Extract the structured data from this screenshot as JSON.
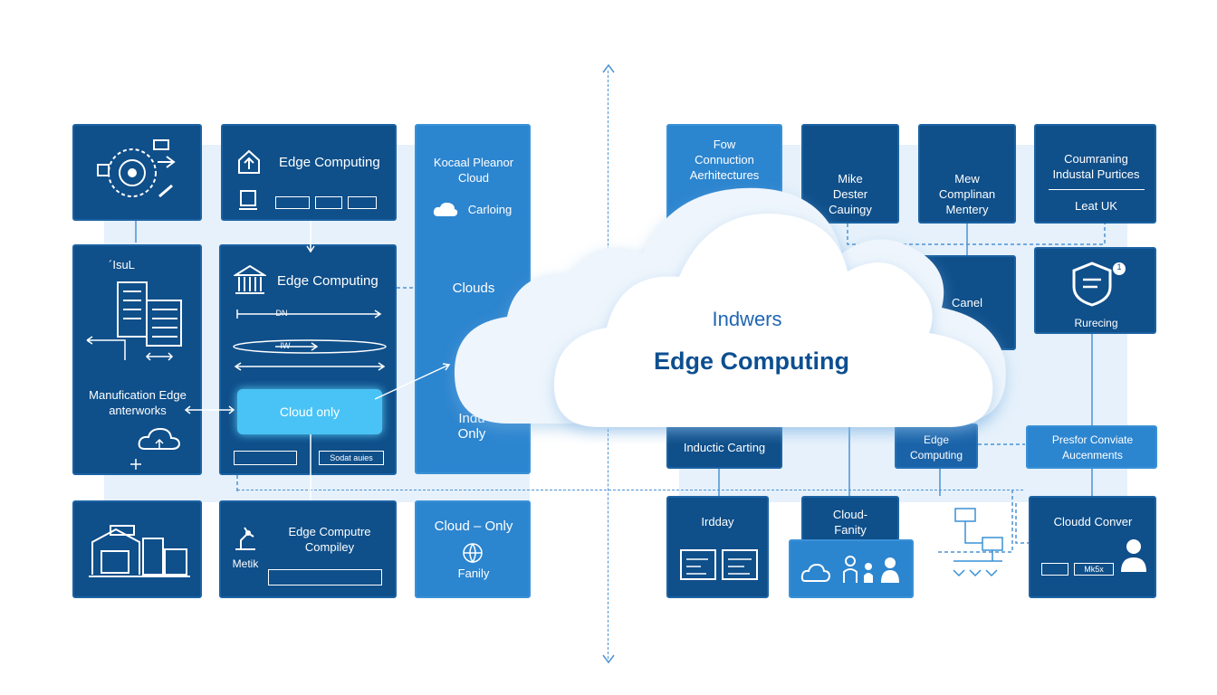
{
  "left": {
    "box_top_middle": "Edge Computing",
    "box_mid_middle": "Edge Computing",
    "mid_small_1": "DN",
    "mid_small_2": "IW",
    "glow_button": "Cloud only",
    "small_bottom": "Sodat auies",
    "left_mid_title": "´IsuL",
    "left_mid_label": "Manufication Edge\nanterworks",
    "column_top": "Kocaal Pleanor\nCloud",
    "column_carling": "Carloing",
    "column_clouds": "Clouds",
    "column_only": "Indu\nOnly",
    "bottom_middle": "Edge Computre\nCompiley",
    "bottom_middle_left": "Metik",
    "bottom_right": "Cloud – Only",
    "bottom_right_sub": "Fanily"
  },
  "center": {
    "cloud_line1": "Indwers",
    "cloud_line2": "Edge Computing"
  },
  "right": {
    "top1": "Fow\nConnuction\nAerhitectures",
    "top2": "Mike\nDester\nCauingy",
    "top3": "Mew\nComplinan\nMentery",
    "top4_title": "Coumraning\nIndustal Purtices",
    "top4_sub": "Leat UK",
    "mid_canel": "Canel",
    "mid_ruecing": "Rurecing",
    "mid_badge": "1",
    "industic": "Inductic Carting",
    "edge": "Edge\nComputing",
    "pres": "Presfor Conviate\nAucenments",
    "bottom1": "Irdday",
    "bottom2": "Cloud-\nFanity",
    "bottom4": "Cloudd Conver",
    "bottom4_tag": "Mk5x"
  },
  "colors": {
    "dark_box": "#0f4f8a",
    "light_box": "#2c85cf",
    "glow": "#49c3f5",
    "band": "#e6f1fb",
    "title": "#0d4f90"
  }
}
